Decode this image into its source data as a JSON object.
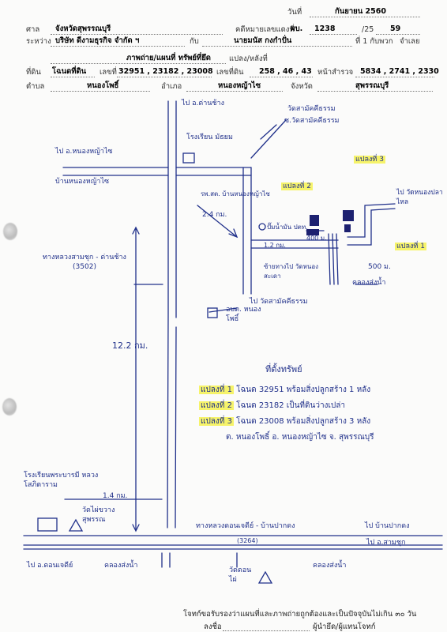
{
  "header": {
    "date_label": "วันที่",
    "date_value": "กันยายน 2560",
    "court_label": "ศาล",
    "court_value": "จังหวัดสุพรรณบุรี",
    "case_label": "คดีหมายเลขแดงที่",
    "case_prefix": "ผบ.",
    "case_no": "1238",
    "case_year": "/25",
    "case_year_value": "59",
    "between_label": "ระหว่าง",
    "plaintiff": "บริษัท ดีงามธุรกิจ จำกัด ฯ",
    "with_label": "กับ",
    "defendant": "นายมนัส กงกำปั่น",
    "party_count": "ที่ 1 กับพวก",
    "defendant_role": "จำเลย",
    "doc_type": "ภาพถ่าย/แผนที่ ทรัพย์ที่ยึด",
    "doc_suffix": "แปลง/หลังที่",
    "land_label": "ที่ดิน",
    "land_type": "โฉนดที่ดิน",
    "number_label": "เลขที่",
    "number_value": "32951 , 23182 , 23008",
    "parcel_label": "เลขที่ดิน",
    "parcel_value": "258 , 46 , 43",
    "survey_label": "หน้าสำรวจ",
    "survey_value": "5834 , 2741 , 2330",
    "subdistrict_label": "ตำบล",
    "subdistrict_value": "หนองโพธิ์",
    "district_label": "อำเภอ",
    "district_value": "หนองหญ้าไซ",
    "province_label": "จังหวัด",
    "province_value": "สุพรรณบุรี"
  },
  "map": {
    "to_dan_chang": "ไป อ.ด่านช้าง",
    "to_nong_ya_sai": "ไป อ.หนองหญ้าไซ",
    "ban_nong_ya_sai": "บ้านหนองหญ้าไซ",
    "school": "โรงเรียน มัธยม",
    "temple": "วัดสามัคคีธรรม",
    "temple_road": "ซ.วัดสามัคคีธรรม",
    "hospital": "รพ.สต. บ้านหนองหญ้าไซ",
    "dist_24": "2.4 กม.",
    "gas_station": "ปั๊มน้ำมัน ปตท.",
    "dist_12": "1.2 กม.",
    "dist_400": "400 ม.",
    "dist_500": "500 ม.",
    "canal": "คลองส่งน้ำ",
    "to_temple_nong_lom": "ไป วัดหนองปลาไหล",
    "to_phu_yai_house": "ซ้ายทางไป วัดหนองสะเดา",
    "to_temple_south": "ไป วัดสามัคคีธรรม",
    "plot1": "แปลงที่ 1",
    "plot2": "แปลงที่ 2",
    "plot3": "แปลงที่ 3",
    "highway_name": "ทางหลวงสามชุก - ด่านช้าง (3502)",
    "dist_122": "12.2 กม.",
    "obt": "อบต. หนองโพธิ์",
    "school_2": "โรงเรียนพระบารมี หลวงโสภิตาราม",
    "dist_14": "1.4 กม.",
    "temple_3": "วัดไผ่ขวาง สุพรรณ",
    "road_bottom": "ทางหลวงดอนเจดีย์ - บ้านปากดง",
    "road_bottom_code": "(3264)",
    "to_ban_pak_dong": "ไป บ้านปากดง",
    "to_don_chedi": "ไป อ.ดอนเจดีย์",
    "to_sam_chuk": "ไป อ.สามชุก",
    "canal_bottom_left": "คลองส่งน้ำ",
    "canal_bottom_right": "คลองส่งน้ำ",
    "temple_bottom": "วัดดอน ไผ่"
  },
  "notes": {
    "title": "ที่ตั้งทรัพย์",
    "line1_plot": "แปลงที่ 1",
    "line1_text": "โฉนด 32951 พร้อมสิ่งปลูกสร้าง 1 หลัง",
    "line2_plot": "แปลงที่ 2",
    "line2_text": "โฉนด 23182 เป็นที่ดินว่างเปล่า",
    "line3_plot": "แปลงที่ 3",
    "line3_text": "โฉนด 23008 พร้อมสิ่งปลูกสร้าง 3 หลัง",
    "line4": "ต. หนองโพธิ์  อ. หนองหญ้าไซ  จ. สุพรรณบุรี"
  },
  "footer": {
    "certify": "โจทก์ขอรับรองว่าแผนที่และภาพถ่ายถูกต้องและเป็นปัจจุบันไม่เกิน ๓๐ วัน",
    "sign": "ลงชื่อ",
    "role": "ผู้นำยึด/ผู้แทนโจทก์"
  },
  "colors": {
    "ink": "#20308a",
    "highlight": "#f6f36a",
    "print": "#000000"
  }
}
